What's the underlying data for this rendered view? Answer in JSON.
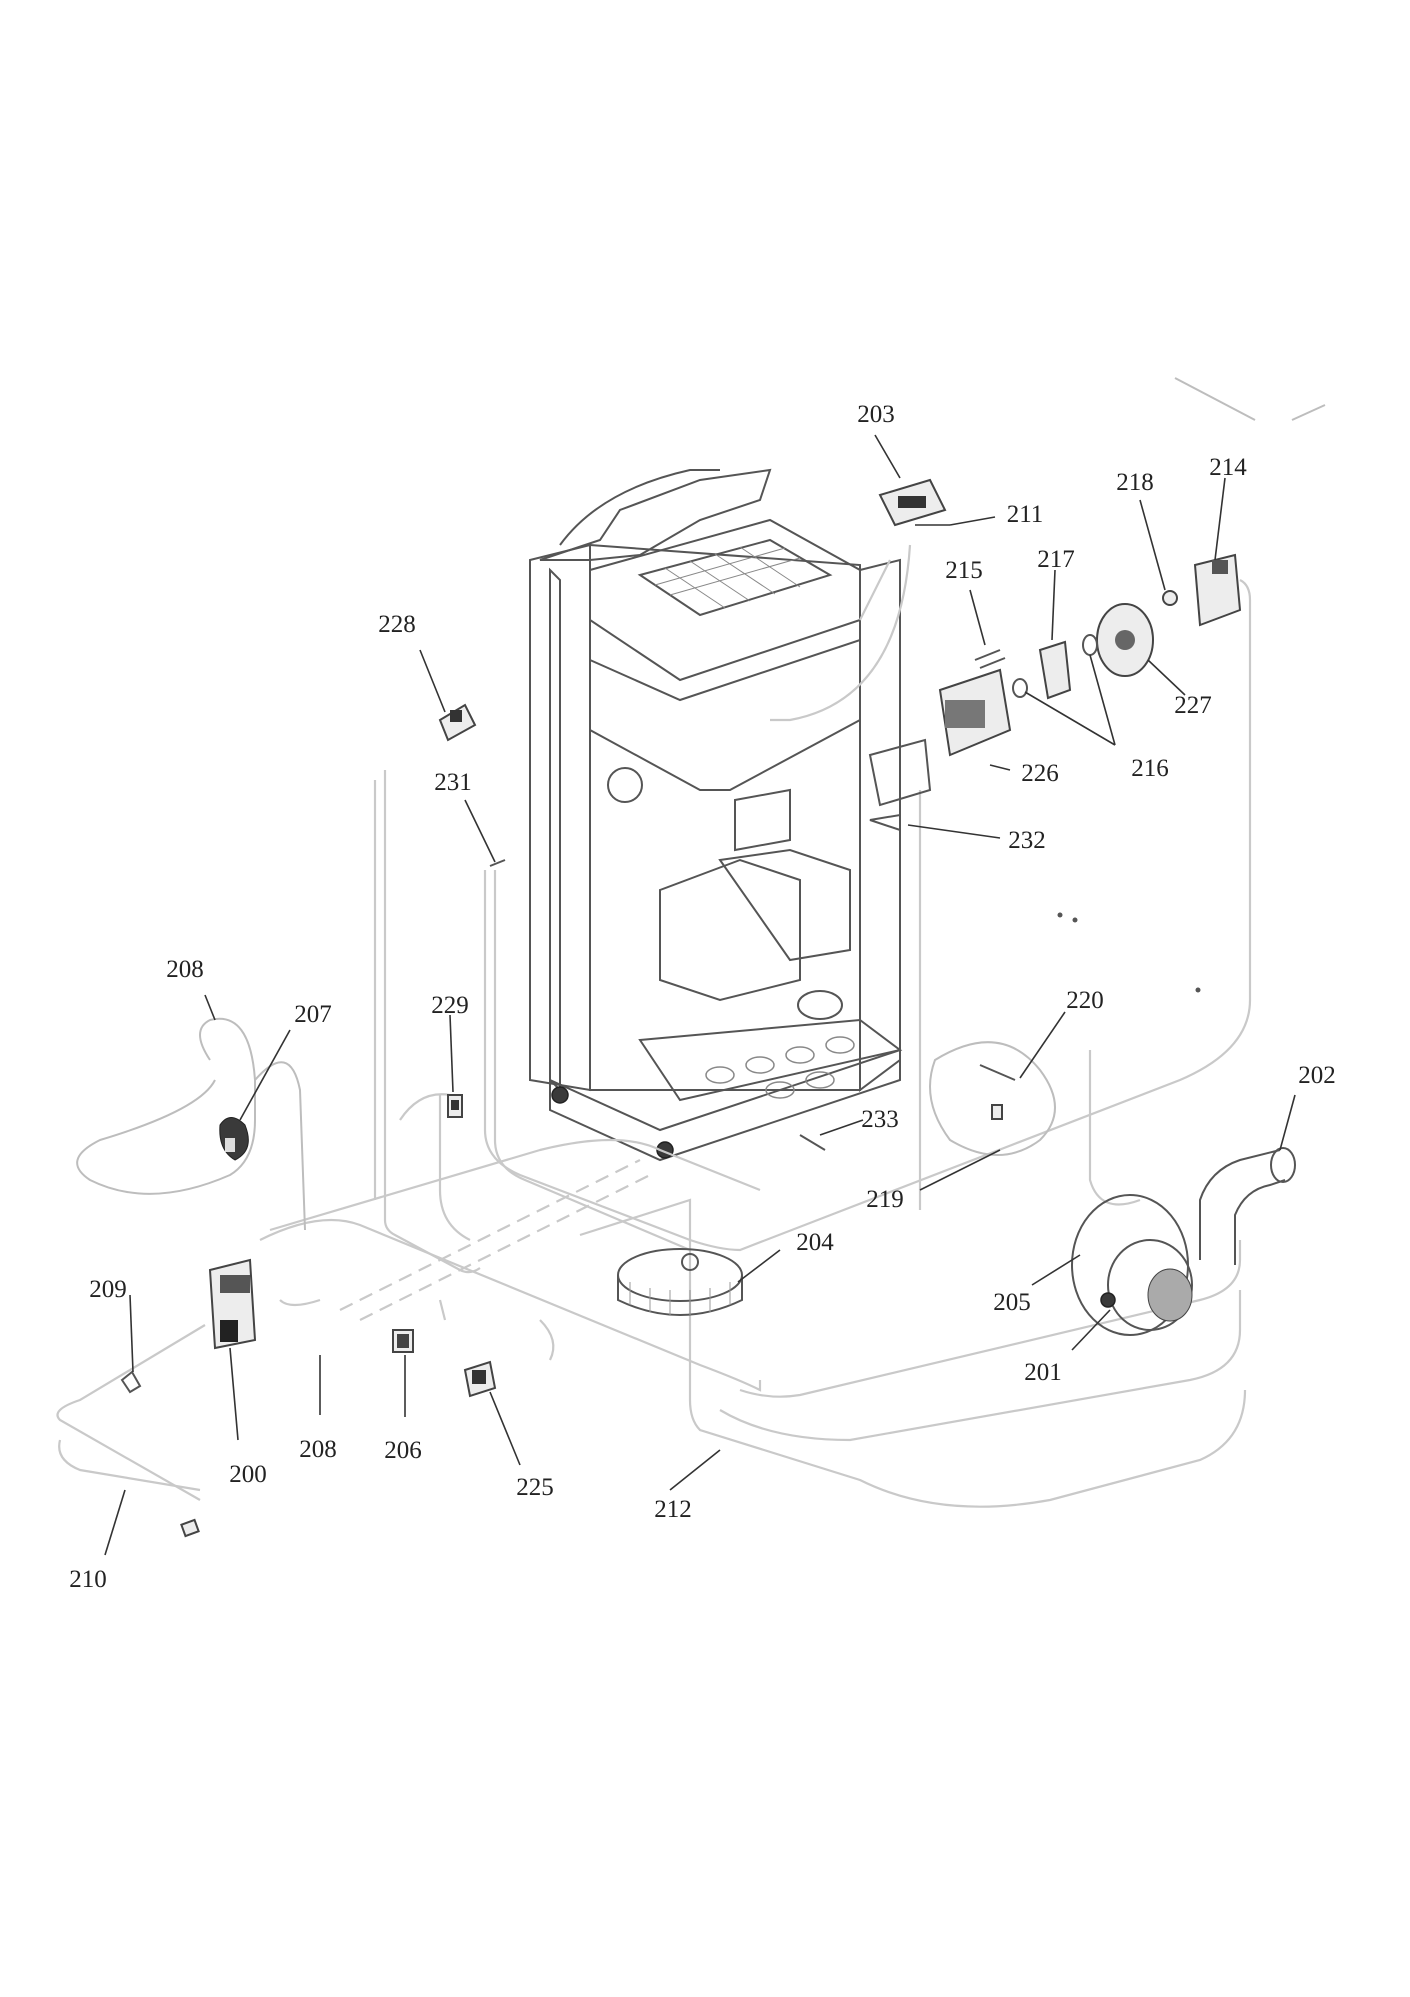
{
  "diagram": {
    "callouts": [
      {
        "id": "203",
        "label": "203"
      },
      {
        "id": "211",
        "label": "211"
      },
      {
        "id": "218",
        "label": "218"
      },
      {
        "id": "214",
        "label": "214"
      },
      {
        "id": "215",
        "label": "215"
      },
      {
        "id": "217",
        "label": "217"
      },
      {
        "id": "227",
        "label": "227"
      },
      {
        "id": "226",
        "label": "226"
      },
      {
        "id": "216",
        "label": "216"
      },
      {
        "id": "228",
        "label": "228"
      },
      {
        "id": "231",
        "label": "231"
      },
      {
        "id": "232",
        "label": "232"
      },
      {
        "id": "208a",
        "label": "208"
      },
      {
        "id": "207",
        "label": "207"
      },
      {
        "id": "229",
        "label": "229"
      },
      {
        "id": "220",
        "label": "220"
      },
      {
        "id": "202",
        "label": "202"
      },
      {
        "id": "233",
        "label": "233"
      },
      {
        "id": "219",
        "label": "219"
      },
      {
        "id": "204",
        "label": "204"
      },
      {
        "id": "209",
        "label": "209"
      },
      {
        "id": "205",
        "label": "205"
      },
      {
        "id": "201",
        "label": "201"
      },
      {
        "id": "208b",
        "label": "208"
      },
      {
        "id": "206",
        "label": "206"
      },
      {
        "id": "200",
        "label": "200"
      },
      {
        "id": "225",
        "label": "225"
      },
      {
        "id": "212",
        "label": "212"
      },
      {
        "id": "210",
        "label": "210"
      }
    ]
  }
}
